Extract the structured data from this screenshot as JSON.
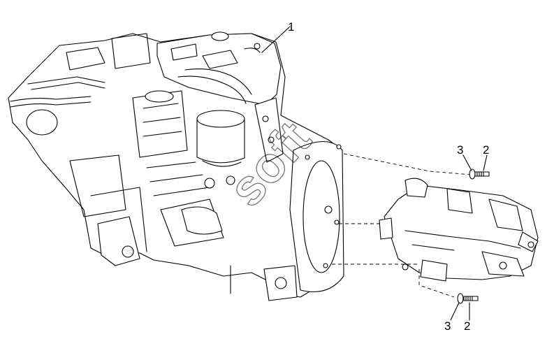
{
  "callouts": {
    "c1": "1",
    "c2_top": "2",
    "c3_top": "3",
    "c2_bottom": "2",
    "c3_bottom": "3"
  },
  "watermark": "soft",
  "icons": {
    "engine": "engine-assembly-icon",
    "pump": "hydraulic-pump-icon",
    "screw": "screw-icon",
    "washer": "washer-icon"
  },
  "colors": {
    "line": "#000000",
    "background": "#ffffff"
  }
}
